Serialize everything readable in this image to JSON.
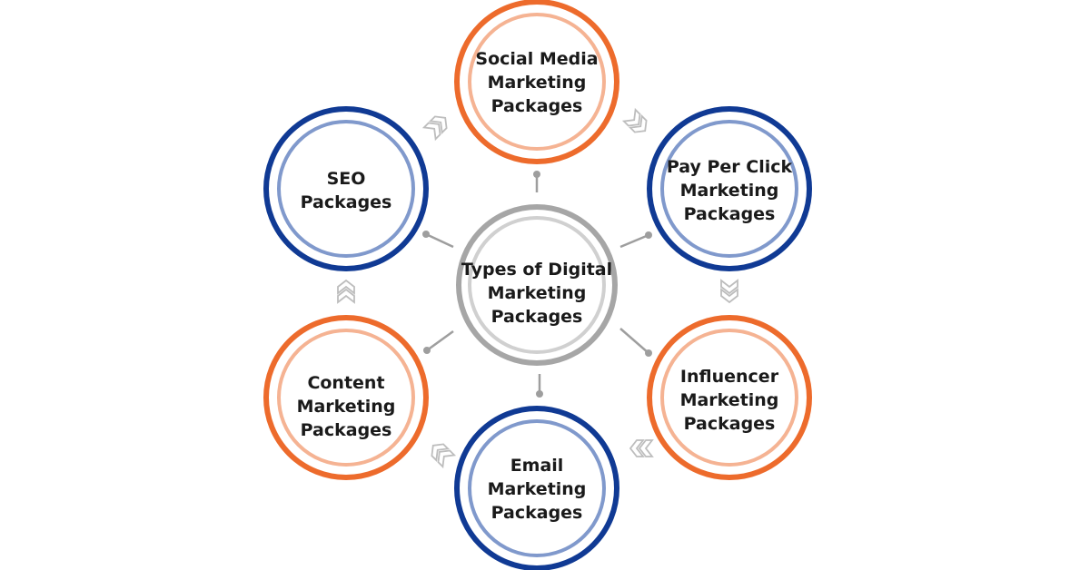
{
  "center": {
    "lines": [
      "Types of Digital",
      "Marketing",
      "Packages"
    ],
    "outer_color": "#a6a6a6",
    "inner_color": "#d0d0d0"
  },
  "nodes": [
    {
      "id": "social-media",
      "lines": [
        "Social Media",
        "Marketing",
        "Packages"
      ],
      "theme": "orange"
    },
    {
      "id": "pay-per-click",
      "lines": [
        "Pay Per Click",
        "Marketing",
        "Packages"
      ],
      "theme": "blue"
    },
    {
      "id": "influencer",
      "lines": [
        "Influencer",
        "Marketing",
        "Packages"
      ],
      "theme": "orange"
    },
    {
      "id": "email",
      "lines": [
        "Email",
        "Marketing",
        "Packages"
      ],
      "theme": "blue"
    },
    {
      "id": "content",
      "lines": [
        "Content",
        "Marketing",
        "Packages"
      ],
      "theme": "orange"
    },
    {
      "id": "seo",
      "lines": [
        "SEO",
        "Packages"
      ],
      "theme": "blue"
    }
  ],
  "themes": {
    "orange": {
      "outer": "#ed6b2c",
      "inner": "#f5b393"
    },
    "blue": {
      "outer": "#103a94",
      "inner": "#8099cc"
    }
  },
  "connector_color": "#9e9e9e",
  "chevron_color": "#bdbdbd",
  "text_color": "#1a1a1a"
}
